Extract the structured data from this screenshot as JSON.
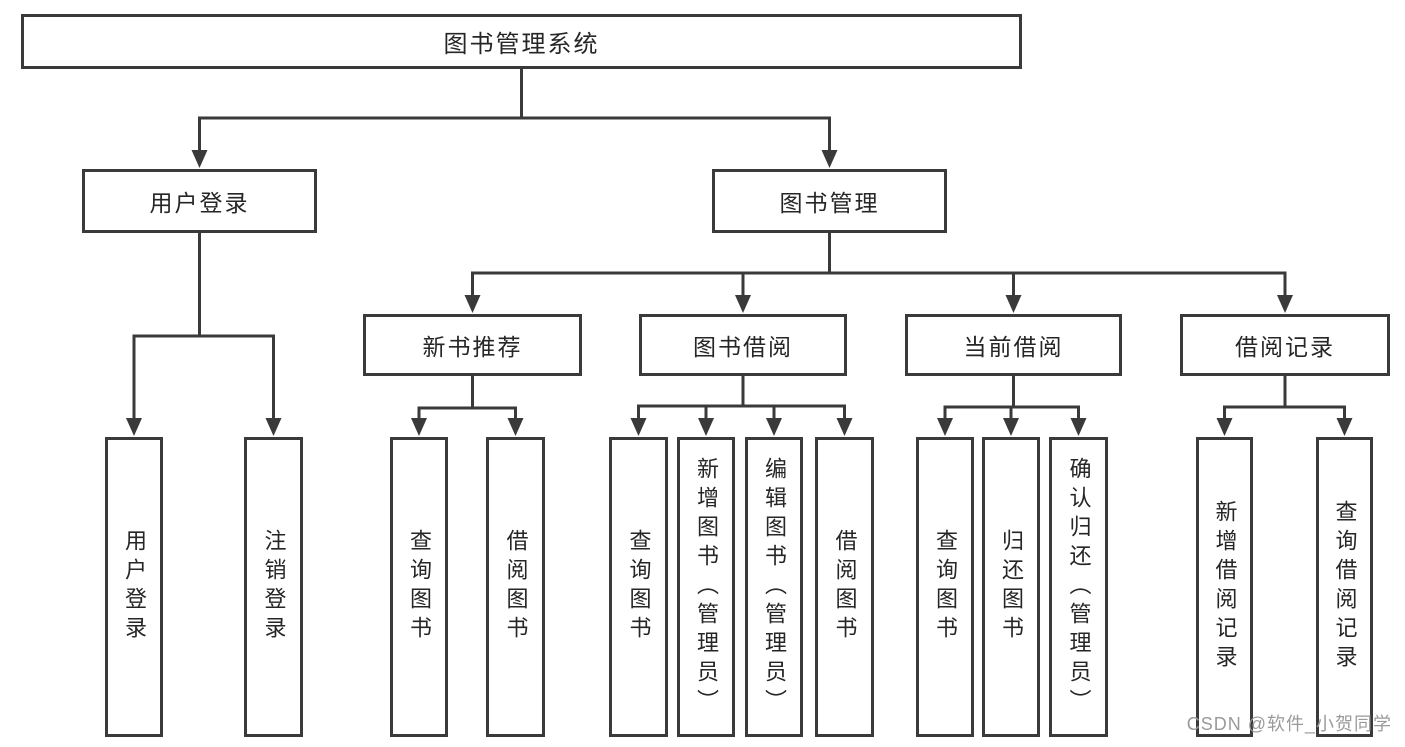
{
  "diagram": {
    "type": "tree",
    "title": "图书管理系统",
    "watermark": "CSDN @软件_小贺同学",
    "colors": {
      "background": "#ffffff",
      "border": "#3a3a3a",
      "line": "#3a3a3a",
      "text": "#262626",
      "watermark": "#9a9a9a"
    },
    "nodes": [
      {
        "id": "root",
        "label": "图书管理系统",
        "orientation": "horizontal",
        "level": 1
      },
      {
        "id": "login",
        "label": "用户登录",
        "orientation": "horizontal",
        "level": 2
      },
      {
        "id": "mgmt",
        "label": "图书管理",
        "orientation": "horizontal",
        "level": 2
      },
      {
        "id": "newbook",
        "label": "新书推荐",
        "orientation": "horizontal",
        "level": 3
      },
      {
        "id": "borrow",
        "label": "图书借阅",
        "orientation": "horizontal",
        "level": 3
      },
      {
        "id": "current",
        "label": "当前借阅",
        "orientation": "horizontal",
        "level": 3
      },
      {
        "id": "records",
        "label": "借阅记录",
        "orientation": "horizontal",
        "level": 3
      },
      {
        "id": "l_login",
        "label": "用户登录",
        "orientation": "vertical",
        "level": 4
      },
      {
        "id": "l_logout",
        "label": "注销登录",
        "orientation": "vertical",
        "level": 4
      },
      {
        "id": "nb_query",
        "label": "查询图书",
        "orientation": "vertical",
        "level": 4
      },
      {
        "id": "nb_borrow",
        "label": "借阅图书",
        "orientation": "vertical",
        "level": 4
      },
      {
        "id": "bw_query",
        "label": "查询图书",
        "orientation": "vertical",
        "level": 4
      },
      {
        "id": "bw_add",
        "label": "新增图书（管理员）",
        "orientation": "vertical",
        "level": 4
      },
      {
        "id": "bw_edit",
        "label": "编辑图书（管理员）",
        "orientation": "vertical",
        "level": 4
      },
      {
        "id": "bw_borrow",
        "label": "借阅图书",
        "orientation": "vertical",
        "level": 4
      },
      {
        "id": "cu_query",
        "label": "查询图书",
        "orientation": "vertical",
        "level": 4
      },
      {
        "id": "cu_return",
        "label": "归还图书",
        "orientation": "vertical",
        "level": 4
      },
      {
        "id": "cu_confirm",
        "label": "确认归还（管理员）",
        "orientation": "vertical",
        "level": 4
      },
      {
        "id": "re_add",
        "label": "新增借阅记录",
        "orientation": "vertical",
        "level": 4
      },
      {
        "id": "re_query",
        "label": "查询借阅记录",
        "orientation": "vertical",
        "level": 4
      }
    ],
    "edges": [
      {
        "parent": "root",
        "children": [
          "login",
          "mgmt"
        ]
      },
      {
        "parent": "login",
        "children": [
          "l_login",
          "l_logout"
        ]
      },
      {
        "parent": "mgmt",
        "children": [
          "newbook",
          "borrow",
          "current",
          "records"
        ]
      },
      {
        "parent": "newbook",
        "children": [
          "nb_query",
          "nb_borrow"
        ]
      },
      {
        "parent": "borrow",
        "children": [
          "bw_query",
          "bw_add",
          "bw_edit",
          "bw_borrow"
        ]
      },
      {
        "parent": "current",
        "children": [
          "cu_query",
          "cu_return",
          "cu_confirm"
        ]
      },
      {
        "parent": "records",
        "children": [
          "re_add",
          "re_query"
        ]
      }
    ]
  }
}
